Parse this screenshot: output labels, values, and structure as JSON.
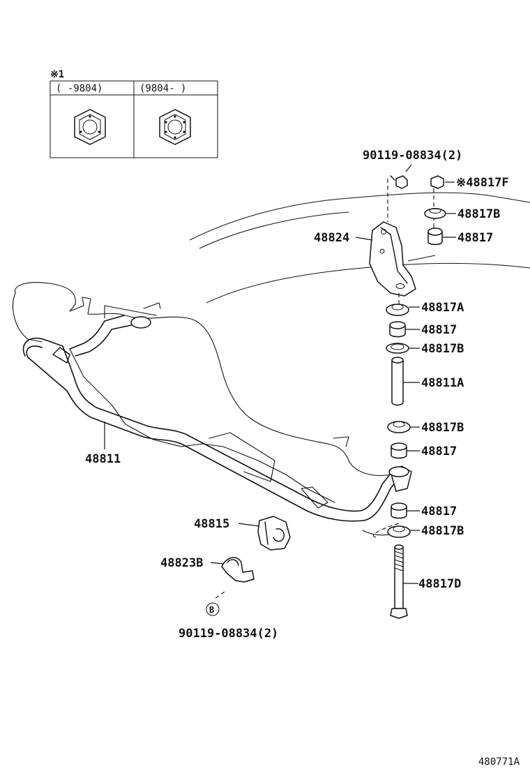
{
  "inset": {
    "mark": "※1",
    "col_left": "(      -9804)",
    "col_right": "(9804-     )"
  },
  "labels": {
    "bolt_top": "90119-08834(2)",
    "nut_f": "※48817F",
    "washer_b_top": "48817B",
    "cushion_top": "48817",
    "bracket": "48824",
    "retainer_a": "48817A",
    "cushion_2": "48817",
    "retainer_b_2": "48817B",
    "collar": "48811A",
    "retainer_b_3": "48817B",
    "cushion_3": "48817",
    "cushion_4": "48817",
    "retainer_b_4": "48817B",
    "bolt_d": "48817D",
    "stabilizer_bar": "48811",
    "bushing": "48815",
    "bracket_b": "48823B",
    "circle_b": "B",
    "bolt_bottom": "90119-08834(2)",
    "figure_code": "480771A"
  },
  "icons": [
    "hex-nut-icon",
    "hex-nut-icon"
  ]
}
